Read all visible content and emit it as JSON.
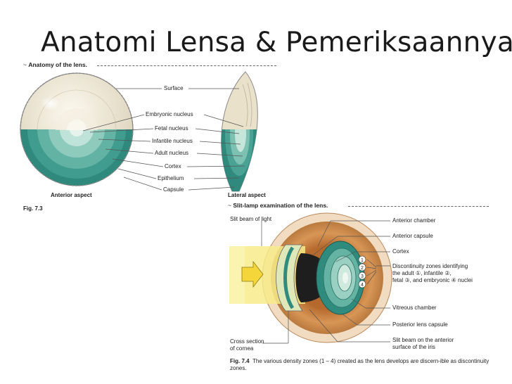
{
  "slide_title": "Anatomi Lensa & Pemeriksaannya",
  "fig73": {
    "heading": "Anatomy of the lens.",
    "labels": [
      "Surface",
      "Embryonic nucleus",
      "Fetal nucleus",
      "Infantile nucleus",
      "Adult nucleus",
      "Cortex",
      "Epithelium",
      "Capsule"
    ],
    "anterior_aspect": "Anterior aspect",
    "lateral_aspect": "Lateral aspect",
    "fig_label": "Fig. 7.3"
  },
  "fig74": {
    "heading": "Slit-lamp examination of the lens.",
    "slit_beam": "Slit beam of light",
    "cross_section": [
      "Cross section",
      "of cornea"
    ],
    "right_labels": [
      "Anterior chamber",
      "Anterior capsule",
      "Cortex"
    ],
    "discontinuity": [
      "Discontinuity zones identifying",
      "the adult ①, infantile ②,",
      "fetal ③, and embryonic ④ nuclei"
    ],
    "right_labels_lower": [
      "Vitreous chamber",
      "Posterior lens capsule"
    ],
    "slit_beam_iris": [
      "Slit beam on the anterior",
      "surface of the iris"
    ],
    "zone_numbers": [
      "1",
      "2",
      "3",
      "4"
    ],
    "fig_label": "Fig. 7.4",
    "caption_rest": "The various density zones (1 – 4) created as the lens develops are discern-ible as discontinuity zones."
  },
  "colors": {
    "lens_cream": "#ece4cf",
    "lens_teal": "#2e8b7e",
    "lens_teal_light": "#9ed2c4",
    "iris_orange": "#c98a4a",
    "slit_yellow": "#f7eb8a"
  }
}
